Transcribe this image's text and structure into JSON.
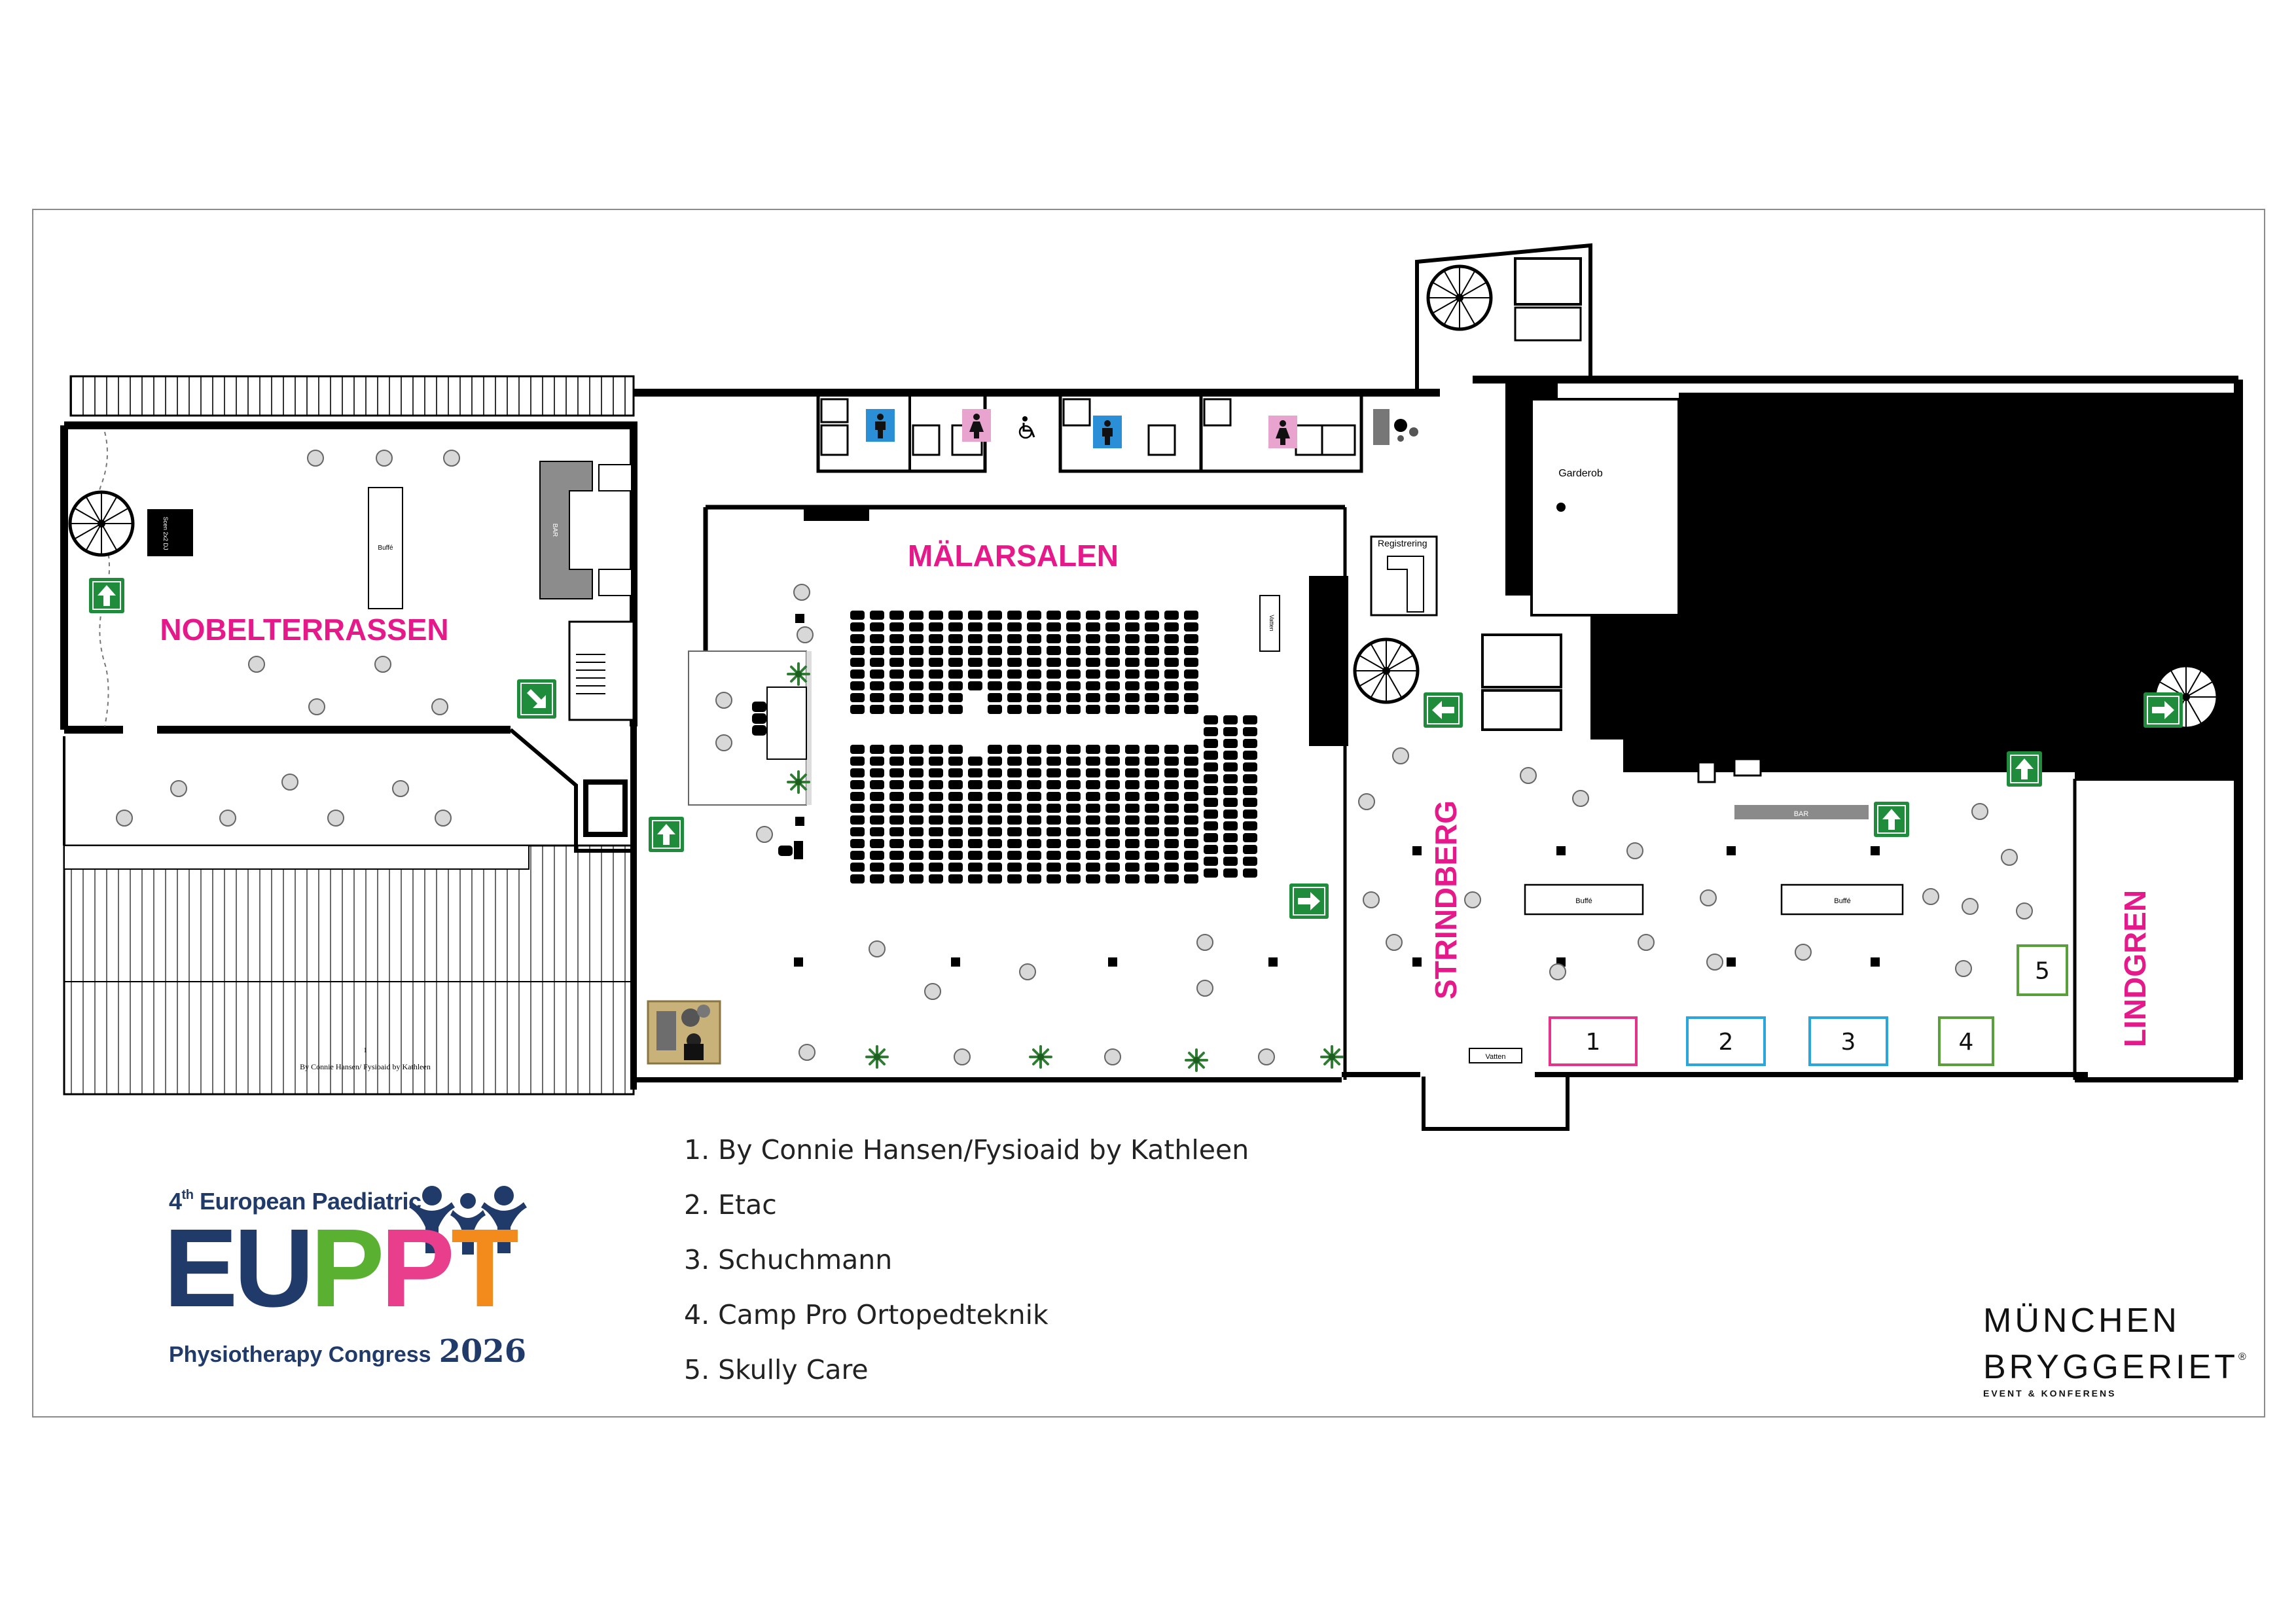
{
  "rooms": {
    "nobelterrassen": "NOBELTERRASSEN",
    "malarsalen": "MÄLARSALEN",
    "strindberg": "STRINDBERG",
    "lindgren": "LINDGREN"
  },
  "small_labels": {
    "garderob": "Garderob",
    "registrering": "Registrering",
    "buffe": "Buffé",
    "bar": "BAR",
    "vatten": "Vatten",
    "dj": "Scen 2x2 DJ",
    "stand_caption_num": "1",
    "stand_caption": "By Connie Hansen/ Fysioaid by Kathleen"
  },
  "stands": [
    {
      "num": "1",
      "color": "#e6338a"
    },
    {
      "num": "2",
      "color": "#2aa6df"
    },
    {
      "num": "3",
      "color": "#2aa6df"
    },
    {
      "num": "4",
      "color": "#5aa03a"
    },
    {
      "num": "5",
      "color": "#5aa03a"
    }
  ],
  "legend": [
    "1. By Connie Hansen/Fysioaid by Kathleen",
    "2. Etac",
    "3. Schuchmann",
    "4. Camp Pro Ortopedteknik",
    "5. Skully Care"
  ],
  "logo_euppt": {
    "superscript_pre": "4",
    "superscript_th": "th",
    "superscript_post": "European Paediatric",
    "letters": [
      "E",
      "U",
      "P",
      "P",
      "T"
    ],
    "subtitle": "Physiotherapy Congress",
    "year": "2026"
  },
  "logo_munchen": {
    "line1": "MÜNCHEN",
    "line2": "BRYGGERIET",
    "reg": "®",
    "line3": "EVENT & KONFERENS"
  },
  "colors": {
    "room_label": "#e5198a",
    "wall": "#000000",
    "exit_sign": "#1e8c3a",
    "wc_men": "#2a8fd6",
    "wc_women": "#e8a4cf",
    "euppt_blue": "#203a6a",
    "euppt_green": "#5ab031",
    "euppt_pink": "#e83e8c",
    "euppt_orange": "#f28a1c"
  },
  "icons": [
    "exit-arrow-up-icon",
    "exit-arrow-right-icon",
    "exit-arrow-left-icon",
    "exit-arrow-diagonal-icon",
    "wc-men-icon",
    "wc-women-icon",
    "wheelchair-icon",
    "plant-icon",
    "spiral-stair-icon"
  ]
}
